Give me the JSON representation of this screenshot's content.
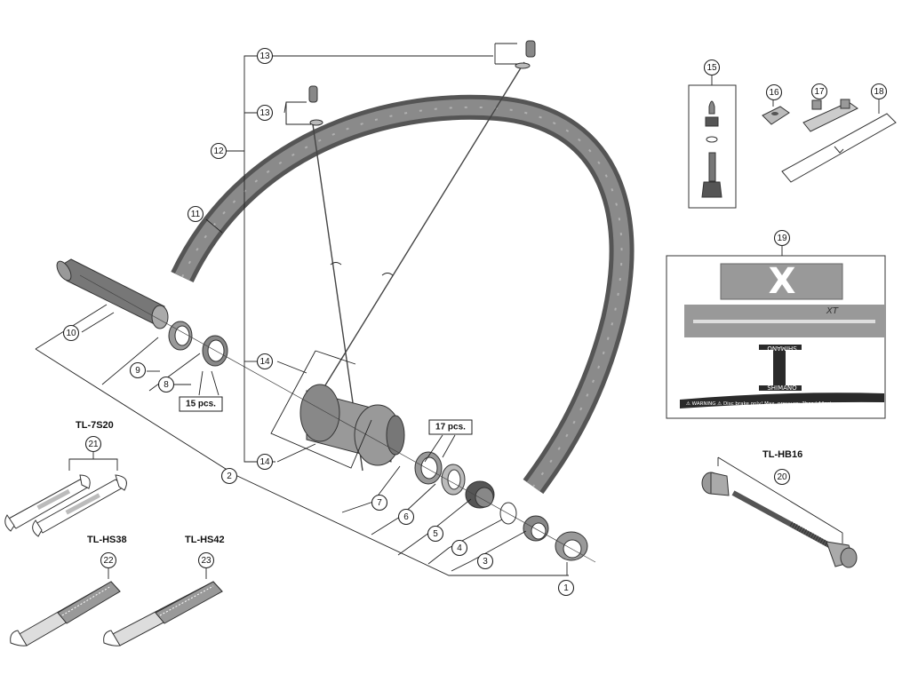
{
  "callouts": [
    "1",
    "2",
    "3",
    "4",
    "5",
    "6",
    "7",
    "8",
    "9",
    "10",
    "11",
    "12",
    "13",
    "13",
    "14",
    "14",
    "15",
    "16",
    "17",
    "18",
    "19",
    "20",
    "21",
    "22",
    "23"
  ],
  "quantities": {
    "spacers": "15 pcs.",
    "spokes_lock": "17 pcs."
  },
  "tool_labels": {
    "t21": "TL-7S20",
    "t22": "TL-HS38",
    "t23": "TL-HS42",
    "t20": "TL-HB16"
  },
  "decal": {
    "brand": "SHIMANO",
    "xt_text": "XT",
    "warning": "⚠ WARNING  ⚠  Disc brake only!  Max. pressure: 3bar / 44psi"
  },
  "colors": {
    "rim": "#666666",
    "line": "#222222",
    "decal_gray": "#8e8e8e",
    "decal_dark": "#2a2a2a"
  }
}
